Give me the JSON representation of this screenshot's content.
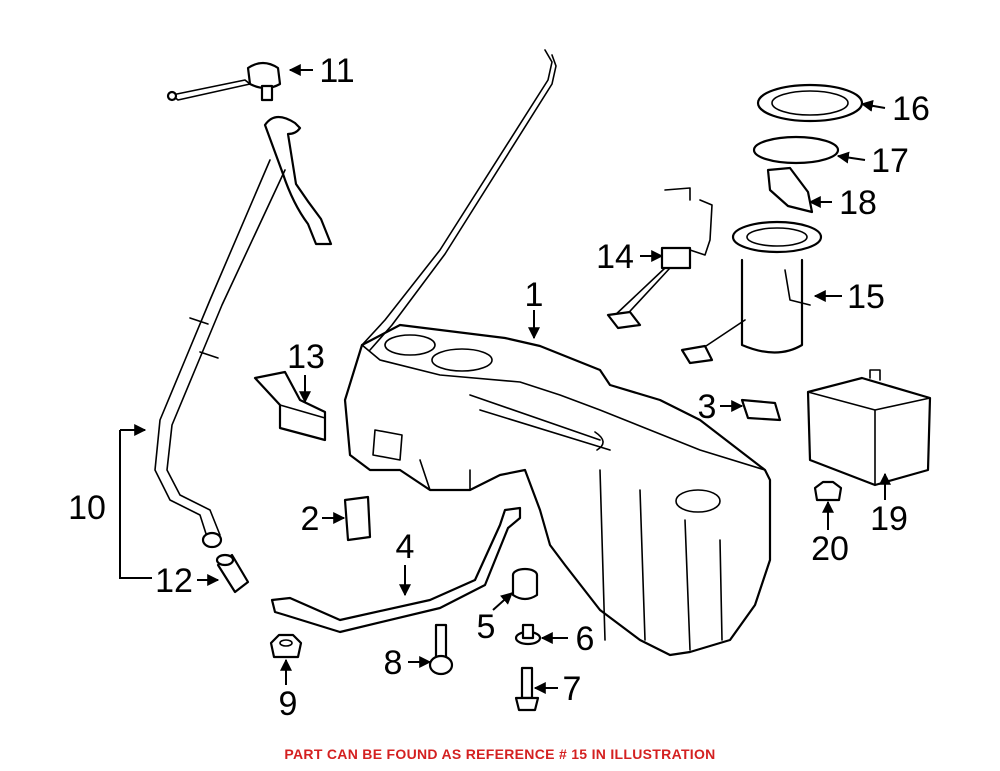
{
  "callouts": {
    "c1": "1",
    "c2": "2",
    "c3": "3",
    "c4": "4",
    "c5": "5",
    "c6": "6",
    "c7": "7",
    "c8": "8",
    "c9": "9",
    "c10": "10",
    "c11": "11",
    "c12": "12",
    "c13": "13",
    "c14": "14",
    "c15": "15",
    "c16": "16",
    "c17": "17",
    "c18": "18",
    "c19": "19",
    "c20": "20"
  },
  "footer": {
    "note": "PART CAN BE FOUND AS REFERENCE # 15 IN ILLUSTRATION",
    "note_color": "#d42020"
  }
}
